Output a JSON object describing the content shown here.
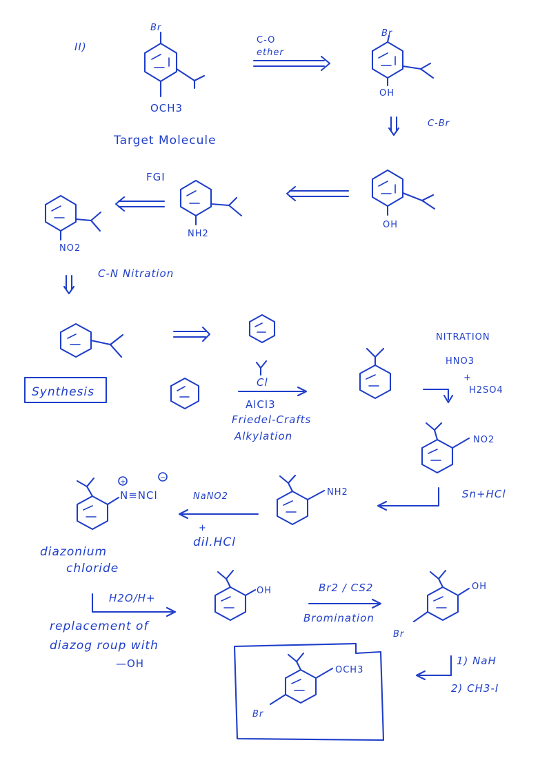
{
  "part_label": "II)",
  "target": {
    "top_sub": "Br",
    "bottom_sub": "OCH3",
    "caption": "Target Molecule"
  },
  "step1": {
    "arrow_top": "C-O",
    "arrow_bottom": "ether",
    "product_top": "Br",
    "product_bottom": "OH"
  },
  "step2": {
    "label": "C-Br",
    "product_bottom": "OH"
  },
  "step3": {
    "label": "FGI",
    "product_bottom": "NH2"
  },
  "step4": {
    "product_bottom": "NO2"
  },
  "step5": {
    "label": "C-N Nitration"
  },
  "synthesis": {
    "box_label": "Synthesis",
    "alkylation": {
      "reagent": "Cl",
      "catalyst": "AlCl3",
      "name_1": "Friedel-Crafts",
      "name_2": "Alkylation"
    },
    "nitration": {
      "title": "NITRATION",
      "reagent_1": "HNO3",
      "plus": "+",
      "reagent_2": "H2SO4"
    },
    "nitro_product_sub": "NO2",
    "reduction": "Sn+HCl",
    "amine_sub": "NH2",
    "diazotization": {
      "reagent_1": "NaNO2",
      "plus": "+",
      "reagent_2": "dil.HCl"
    },
    "diazonium": {
      "plus_charge": "+",
      "minus_charge": "−",
      "group": "N≡NCl",
      "name_1": "diazonium",
      "name_2": "chloride"
    },
    "hydrolysis": {
      "reagent": "H2O/H+",
      "note_1": "replacement of",
      "note_2": "diazog roup with",
      "note_3": "—OH"
    },
    "phenol_sub": "OH",
    "bromination": {
      "reagent": "Br2 / CS2",
      "name": "Bromination"
    },
    "bromophenol": {
      "sub_oh": "OH",
      "sub_br": "Br"
    },
    "methylation": {
      "step_1": "1) NaH",
      "step_2": "2) CH3-I"
    },
    "final": {
      "sub_och3": "OCH3",
      "sub_br": "Br"
    }
  }
}
